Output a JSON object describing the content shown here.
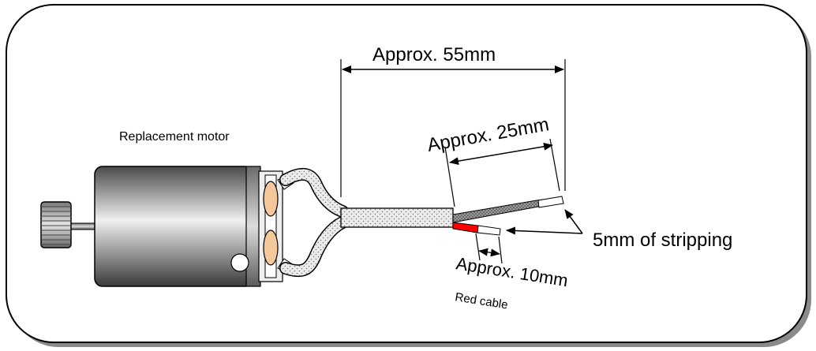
{
  "diagram": {
    "labels": {
      "replacement_motor": "Replacement motor",
      "approx_55mm": "Approx. 55mm",
      "approx_25mm": "Approx. 25mm",
      "approx_10mm": "Approx. 10mm",
      "red_cable": "Red cable",
      "stripping": "5mm of stripping"
    },
    "colors": {
      "outline": "#000000",
      "frame_shadow": "#7f7f7f",
      "motor_body_dark": "#555555",
      "motor_body_light": "#e6e6e6",
      "coil": "#f4c89a",
      "red_wire": "#ff0000",
      "sheath": "#e8e8e8"
    }
  }
}
